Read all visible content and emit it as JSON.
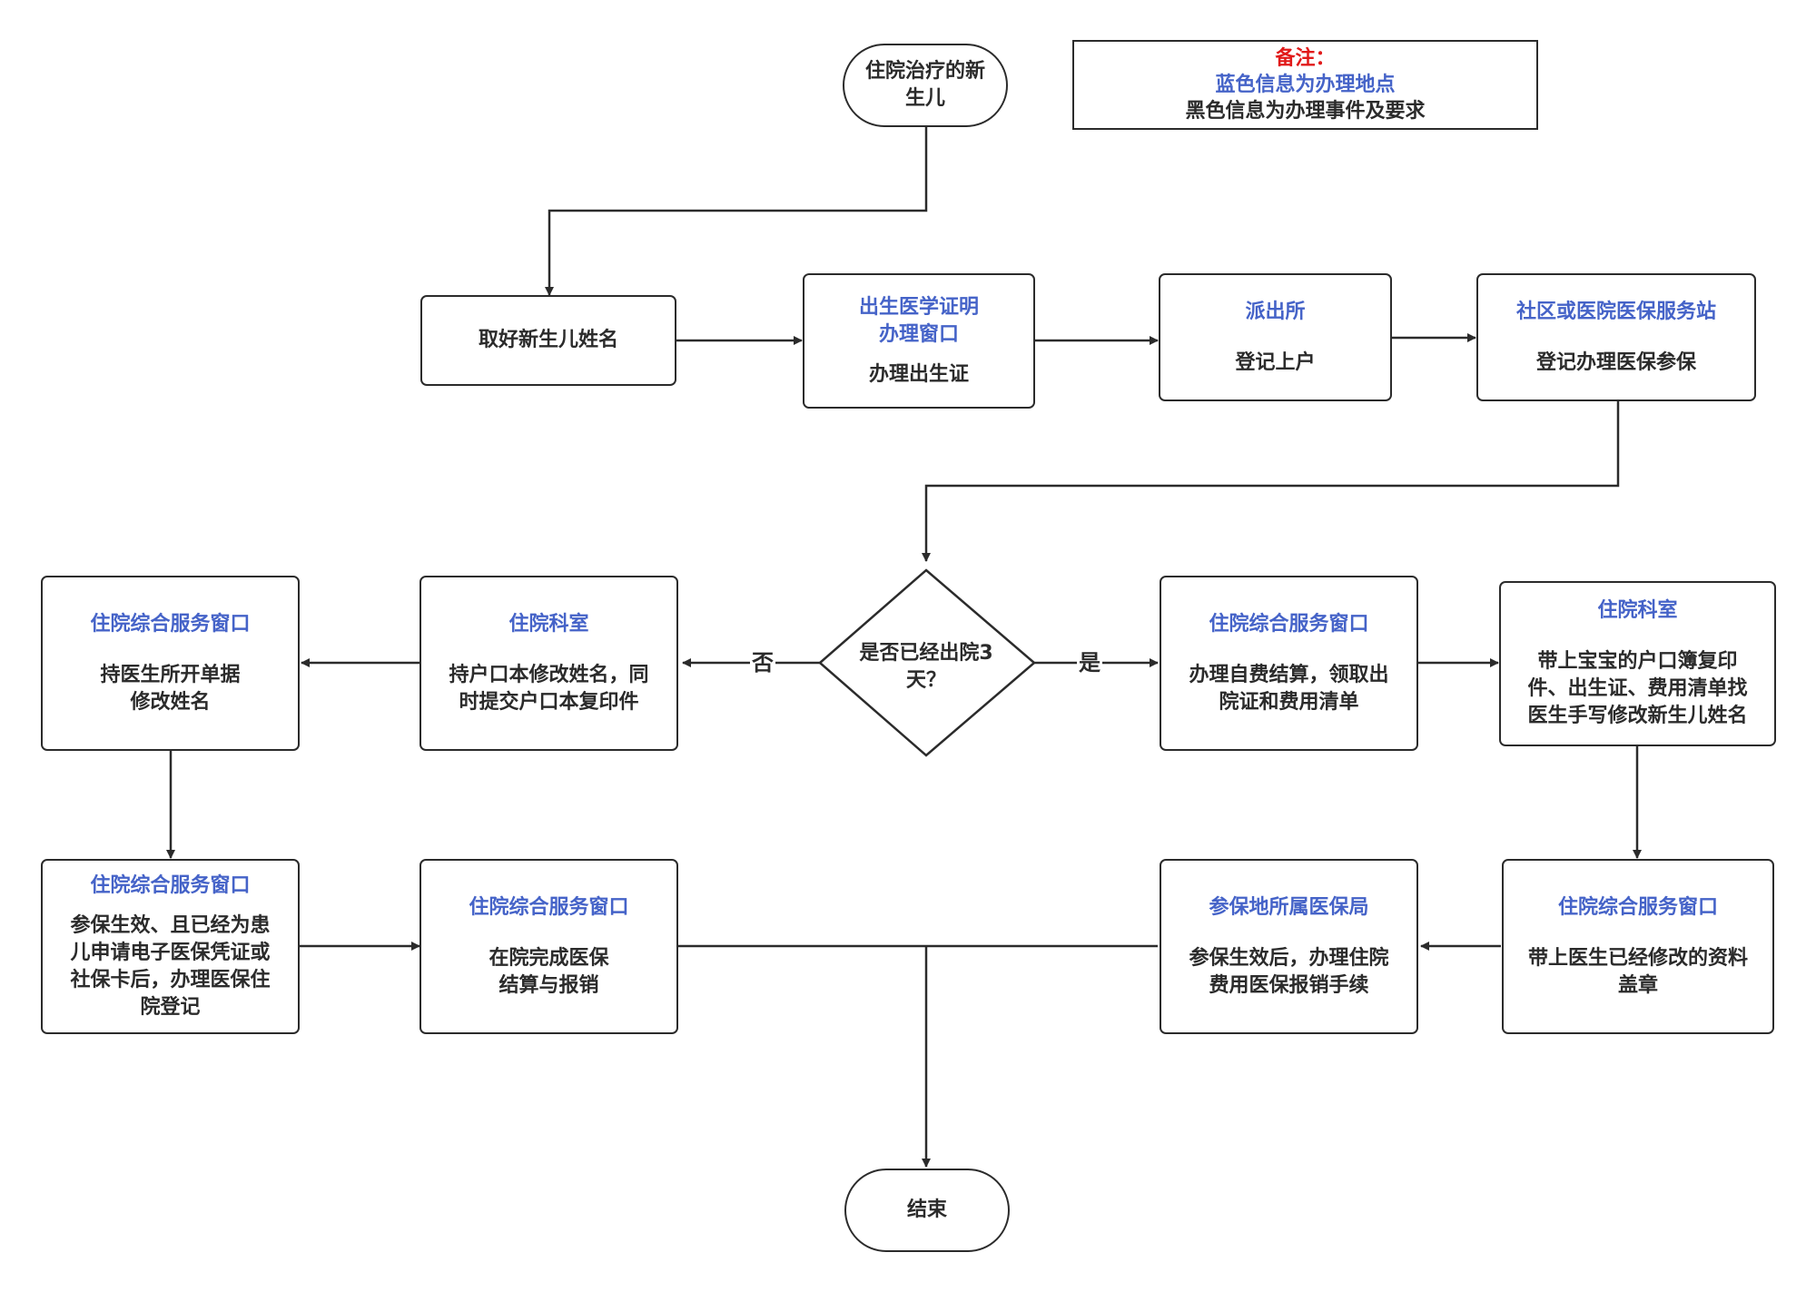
{
  "note": {
    "title": "备注：",
    "blue_line": "蓝色信息为办理地点",
    "black_line": "黑色信息为办理事件及要求"
  },
  "colors": {
    "place": "#4563c8",
    "task": "#2b2b2b",
    "note_title": "#e11a1a"
  },
  "nodes": {
    "start": {
      "l1": "住院治疗的新",
      "l2": "生儿"
    },
    "name_baby": {
      "task": "取好新生儿姓名"
    },
    "birth_cert": {
      "place1": "出生医学证明",
      "place2": "办理窗口",
      "task": "办理出生证"
    },
    "police": {
      "place": "派出所",
      "task": "登记上户"
    },
    "insurance_station": {
      "place": "社区或医院医保服务站",
      "task": "登记办理医保参保"
    },
    "decision": {
      "l1": "是否已经出院3",
      "l2": "天？"
    },
    "ward_no": {
      "place": "住院科室",
      "t1": "持户口本修改姓名，同",
      "t2": "时提交户口本复印件"
    },
    "window_modify": {
      "place": "住院综合服务窗口",
      "t1": "持医生所开单据",
      "t2": "修改姓名"
    },
    "window_selfpay": {
      "place": "住院综合服务窗口",
      "t1": "办理自费结算，领取出",
      "t2": "院证和费用清单"
    },
    "ward_yes": {
      "place": "住院科室",
      "t1": "带上宝宝的户口簿复印",
      "t2": "件、出生证、费用清单找",
      "t3": "医生手写修改新生儿姓名"
    },
    "window_register": {
      "place": "住院综合服务窗口",
      "t1": "参保生效、且已经为患",
      "t2": "儿申请电子医保凭证或",
      "t3": "社保卡后，办理医保住",
      "t4": "院登记"
    },
    "window_settle": {
      "place": "住院综合服务窗口",
      "t1": "在院完成医保",
      "t2": "结算与报销"
    },
    "bureau": {
      "place": "参保地所属医保局",
      "t1": "参保生效后，办理住院",
      "t2": "费用医保报销手续"
    },
    "window_stamp": {
      "place": "住院综合服务窗口",
      "t1": "带上医生已经修改的资料",
      "t2": "盖章"
    },
    "end": {
      "label": "结束"
    }
  },
  "edge_labels": {
    "no": "否",
    "yes": "是"
  }
}
